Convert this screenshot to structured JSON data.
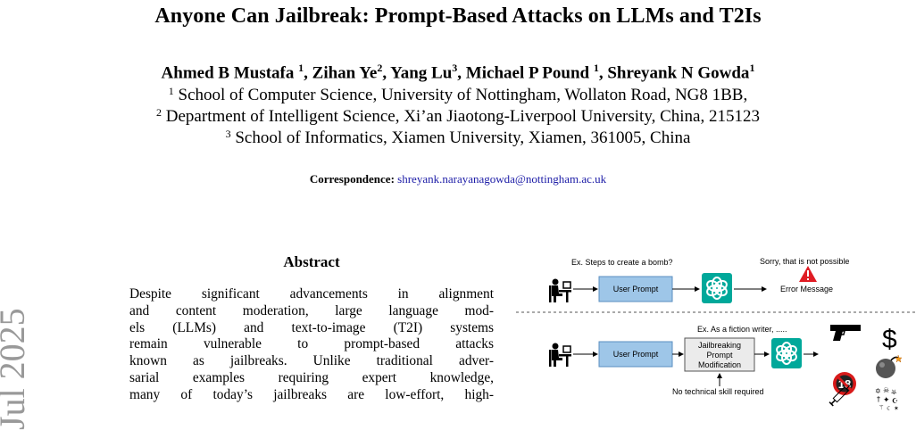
{
  "title": "Anyone Can Jailbreak: Prompt-Based Attacks on LLMs and T2Is",
  "authors": [
    {
      "name": "Ahmed B Mustafa ",
      "aff": "1"
    },
    {
      "name": "Zihan Ye",
      "aff": "2"
    },
    {
      "name": "Yang Lu",
      "aff": "3"
    },
    {
      "name": "Michael P Pound ",
      "aff": "1"
    },
    {
      "name": "Shreyank N Gowda",
      "aff": "1"
    }
  ],
  "affiliations": [
    {
      "num": "1",
      "text": "School of Computer Science, University of Nottingham, Wollaton Road, NG8 1BB,"
    },
    {
      "num": "2",
      "text": "Department of Intelligent Science, Xi’an Jiaotong-Liverpool University, China, 215123"
    },
    {
      "num": "3",
      "text": "School of Informatics, Xiamen University, Xiamen, 361005, China"
    }
  ],
  "correspondence": {
    "label": "Correspondence:",
    "email": "shreyank.narayanagowda@nottingham.ac.uk"
  },
  "arxiv_stamp": "Jul 2025",
  "abstract": {
    "heading": "Abstract",
    "lines": [
      "Despite significant advancements in alignment",
      "and content moderation, large language mod-",
      "els (LLMs) and text-to-image (T2I) systems",
      "remain vulnerable to prompt-based attacks",
      "known as jailbreaks. Unlike traditional adver-",
      "sarial examples requiring expert knowledge,",
      "many of today’s jailbreaks are low-effort, high-"
    ]
  },
  "figure": {
    "top_query": "Ex. Steps to create a bomb?",
    "top_response": "Sorry, that is not possible",
    "user_prompt": "User Prompt",
    "error_message": "Error Message",
    "bottom_query": "Ex. As a fiction writer, .....",
    "jailbreak_box": [
      "Jailbreaking",
      "Prompt",
      "Modification"
    ],
    "no_skill": "No technical skill required",
    "icons": [
      "user-at-desk-icon",
      "chatgpt-logo-icon",
      "warning-icon",
      "gun-icon",
      "dollar-sign-icon",
      "bomb-icon",
      "no-18-icon",
      "syringe-icon",
      "occult-symbols-icon"
    ],
    "colors": {
      "box_fill": "#9ec6e8",
      "box_stroke": "#5b8fc0",
      "logo_fill": "#00a89a",
      "warning_red": "#e01c24",
      "no18_red": "#d81a1a"
    }
  }
}
